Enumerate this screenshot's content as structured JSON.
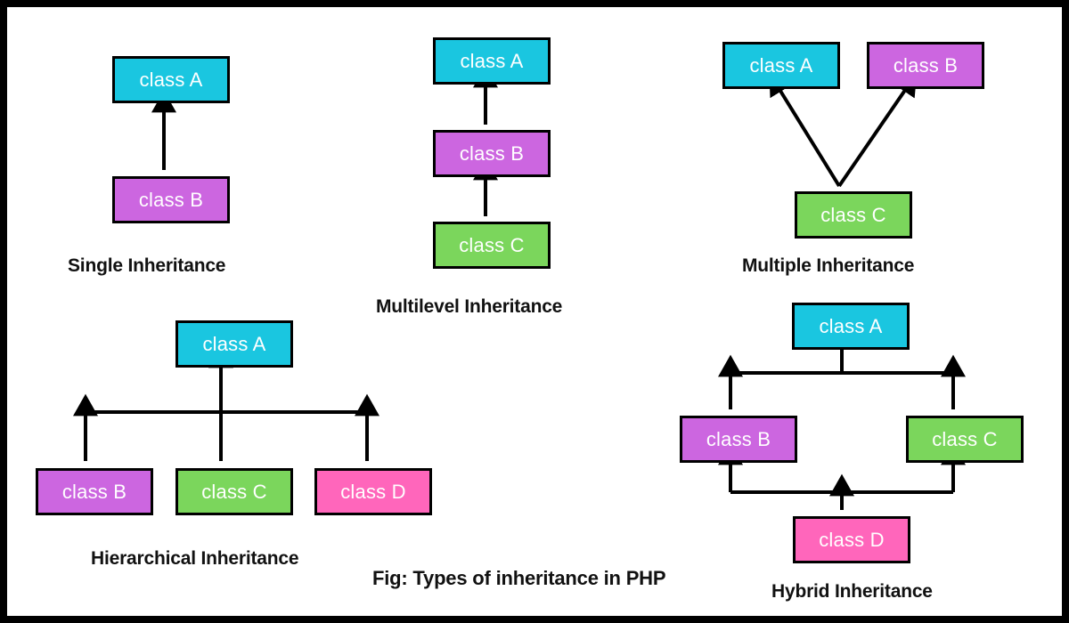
{
  "figure": {
    "caption": "Fig: Types of inheritance in PHP",
    "background": "#ffffff",
    "border_color": "#000000"
  },
  "palette": {
    "class_a": "#1AC6E0",
    "class_b": "#CC66E0",
    "class_c": "#7BD65C",
    "class_d": "#FF66BB",
    "box_border": "#000000",
    "arrow": "#000000",
    "label_text": "#111111",
    "node_text": "#ffffff"
  },
  "diagrams": [
    {
      "id": "single",
      "caption": "Single Inheritance",
      "nodes": [
        {
          "id": "single-a",
          "label": "class A",
          "color_key": "class_a"
        },
        {
          "id": "single-b",
          "label": "class B",
          "color_key": "class_b"
        }
      ],
      "edges": [
        {
          "from": "class B",
          "to": "class A"
        }
      ]
    },
    {
      "id": "multilevel",
      "caption": "Multilevel Inheritance",
      "nodes": [
        {
          "id": "multilevel-a",
          "label": "class A",
          "color_key": "class_a"
        },
        {
          "id": "multilevel-b",
          "label": "class B",
          "color_key": "class_b"
        },
        {
          "id": "multilevel-c",
          "label": "class C",
          "color_key": "class_c"
        }
      ],
      "edges": [
        {
          "from": "class B",
          "to": "class A"
        },
        {
          "from": "class C",
          "to": "class B"
        }
      ]
    },
    {
      "id": "multiple",
      "caption": "Multiple Inheritance",
      "nodes": [
        {
          "id": "multiple-a",
          "label": "class A",
          "color_key": "class_a"
        },
        {
          "id": "multiple-b",
          "label": "class B",
          "color_key": "class_b"
        },
        {
          "id": "multiple-c",
          "label": "class C",
          "color_key": "class_c"
        }
      ],
      "edges": [
        {
          "from": "class C",
          "to": "class A"
        },
        {
          "from": "class C",
          "to": "class B"
        }
      ]
    },
    {
      "id": "hierarchical",
      "caption": "Hierarchical Inheritance",
      "nodes": [
        {
          "id": "hierarchical-a",
          "label": "class A",
          "color_key": "class_a"
        },
        {
          "id": "hierarchical-b",
          "label": "class B",
          "color_key": "class_b"
        },
        {
          "id": "hierarchical-c",
          "label": "class C",
          "color_key": "class_c"
        },
        {
          "id": "hierarchical-d",
          "label": "class D",
          "color_key": "class_d"
        }
      ],
      "edges": [
        {
          "from": "class B",
          "to": "class A"
        },
        {
          "from": "class C",
          "to": "class A"
        },
        {
          "from": "class D",
          "to": "class A"
        }
      ]
    },
    {
      "id": "hybrid",
      "caption": "Hybrid Inheritance",
      "nodes": [
        {
          "id": "hybrid-a",
          "label": "class A",
          "color_key": "class_a"
        },
        {
          "id": "hybrid-b",
          "label": "class B",
          "color_key": "class_b"
        },
        {
          "id": "hybrid-c",
          "label": "class C",
          "color_key": "class_c"
        },
        {
          "id": "hybrid-d",
          "label": "class D",
          "color_key": "class_d"
        }
      ],
      "edges": [
        {
          "from": "class B",
          "to": "class A"
        },
        {
          "from": "class C",
          "to": "class A"
        },
        {
          "from": "class D",
          "to": "class B"
        },
        {
          "from": "class D",
          "to": "class C"
        }
      ]
    }
  ]
}
